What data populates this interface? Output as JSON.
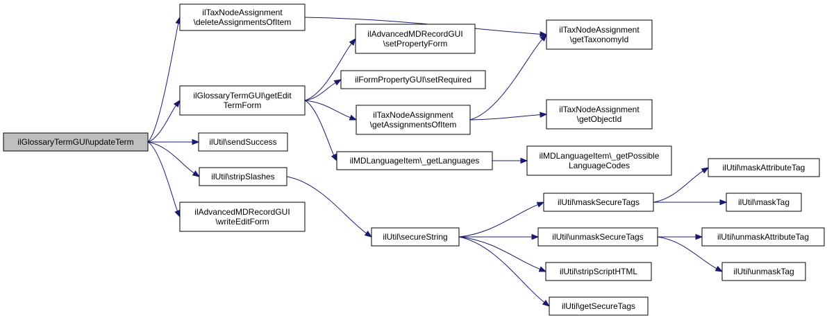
{
  "graph": {
    "nodes": [
      {
        "id": "updateTerm",
        "lines": [
          "ilGlossaryTermGUI\\updateTerm"
        ],
        "root": true
      },
      {
        "id": "deleteAssignments",
        "lines": [
          "ilTaxNodeAssignment",
          "\\deleteAssignmentsOfItem"
        ]
      },
      {
        "id": "getEditTermForm",
        "lines": [
          "ilGlossaryTermGUI\\getEdit",
          "TermForm"
        ]
      },
      {
        "id": "sendSuccess",
        "lines": [
          "ilUtil\\sendSuccess"
        ]
      },
      {
        "id": "stripSlashes",
        "lines": [
          "ilUtil\\stripSlashes"
        ]
      },
      {
        "id": "writeEditForm",
        "lines": [
          "ilAdvancedMDRecordGUI",
          "\\writeEditForm"
        ]
      },
      {
        "id": "setPropertyForm",
        "lines": [
          "ilAdvancedMDRecordGUI",
          "\\setPropertyForm"
        ]
      },
      {
        "id": "setRequired",
        "lines": [
          "ilFormPropertyGUI\\setRequired"
        ]
      },
      {
        "id": "getAssignmentsOfItem",
        "lines": [
          "ilTaxNodeAssignment",
          "\\getAssignmentsOfItem"
        ]
      },
      {
        "id": "getLanguages",
        "lines": [
          "ilMDLanguageItem\\_getLanguages"
        ]
      },
      {
        "id": "secureString",
        "lines": [
          "ilUtil\\secureString"
        ]
      },
      {
        "id": "getTaxonomyId",
        "lines": [
          "ilTaxNodeAssignment",
          "\\getTaxonomyId"
        ]
      },
      {
        "id": "getObjectId",
        "lines": [
          "ilTaxNodeAssignment",
          "\\getObjectId"
        ]
      },
      {
        "id": "getPossibleLanguageCodes",
        "lines": [
          "ilMDLanguageItem\\_getPossible",
          "LanguageCodes"
        ]
      },
      {
        "id": "maskSecureTags",
        "lines": [
          "ilUtil\\maskSecureTags"
        ]
      },
      {
        "id": "unmaskSecureTags",
        "lines": [
          "ilUtil\\unmaskSecureTags"
        ]
      },
      {
        "id": "stripScriptHTML",
        "lines": [
          "ilUtil\\stripScriptHTML"
        ]
      },
      {
        "id": "getSecureTags",
        "lines": [
          "ilUtil\\getSecureTags"
        ]
      },
      {
        "id": "maskAttributeTag",
        "lines": [
          "ilUtil\\maskAttributeTag"
        ]
      },
      {
        "id": "maskTag",
        "lines": [
          "ilUtil\\maskTag"
        ]
      },
      {
        "id": "unmaskAttributeTag",
        "lines": [
          "ilUtil\\unmaskAttributeTag"
        ]
      },
      {
        "id": "unmaskTag",
        "lines": [
          "ilUtil\\unmaskTag"
        ]
      }
    ],
    "edges": [
      [
        "updateTerm",
        "deleteAssignments"
      ],
      [
        "updateTerm",
        "getEditTermForm"
      ],
      [
        "updateTerm",
        "sendSuccess"
      ],
      [
        "updateTerm",
        "stripSlashes"
      ],
      [
        "updateTerm",
        "writeEditForm"
      ],
      [
        "deleteAssignments",
        "getTaxonomyId"
      ],
      [
        "getEditTermForm",
        "setPropertyForm"
      ],
      [
        "getEditTermForm",
        "setRequired"
      ],
      [
        "getEditTermForm",
        "getAssignmentsOfItem"
      ],
      [
        "getEditTermForm",
        "getLanguages"
      ],
      [
        "getAssignmentsOfItem",
        "getTaxonomyId"
      ],
      [
        "getAssignmentsOfItem",
        "getObjectId"
      ],
      [
        "getLanguages",
        "getPossibleLanguageCodes"
      ],
      [
        "stripSlashes",
        "secureString"
      ],
      [
        "secureString",
        "maskSecureTags"
      ],
      [
        "secureString",
        "unmaskSecureTags"
      ],
      [
        "secureString",
        "stripScriptHTML"
      ],
      [
        "secureString",
        "getSecureTags"
      ],
      [
        "maskSecureTags",
        "maskAttributeTag"
      ],
      [
        "maskSecureTags",
        "maskTag"
      ],
      [
        "unmaskSecureTags",
        "unmaskAttributeTag"
      ],
      [
        "unmaskSecureTags",
        "unmaskTag"
      ]
    ]
  }
}
